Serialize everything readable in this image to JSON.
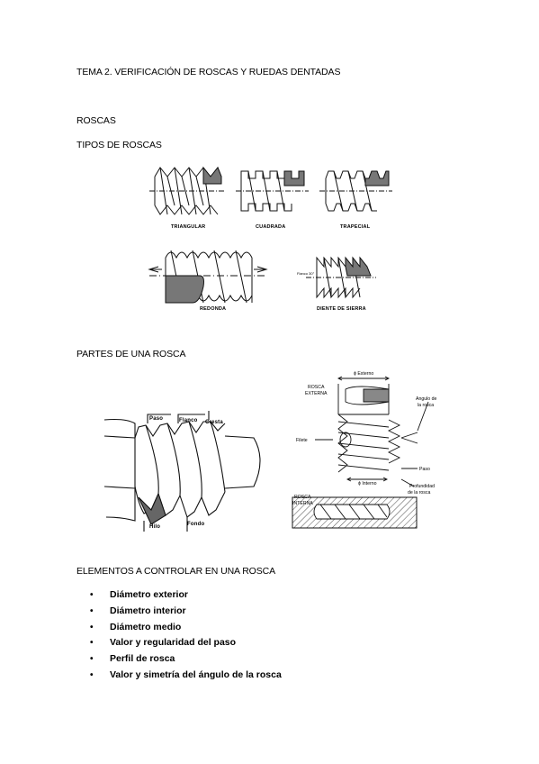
{
  "document": {
    "title": "TEMA 2. VERIFICACIÓN DE ROSCAS Y RUEDAS DENTADAS",
    "section": "ROSCAS",
    "subsection_types": "TIPOS DE ROSCAS",
    "subsection_parts": "PARTES DE UNA ROSCA",
    "subsection_elements": "ELEMENTOS A CONTROLAR EN UNA ROSCA"
  },
  "thread_types": {
    "triangular": "TRIANGULAR",
    "cuadrada": "CUADRADA",
    "trapecial": "TRAPECIAL",
    "redonda": "REDONDA",
    "diente_sierra": "DIENTE DE SIERRA",
    "sierra_note": "Flanco 30°"
  },
  "parts_left": {
    "paso": "Paso",
    "flanco": "Flanco",
    "cresta": "Cresta",
    "hilo": "Hilo",
    "fondo": "Fondo"
  },
  "parts_right": {
    "externo": "ϕ Externo",
    "rosca_externa_1": "ROSCA",
    "rosca_externa_2": "EXTERNA",
    "angulo_1": "Angulo de",
    "angulo_2": "la rosca",
    "filete": "Filete",
    "paso": "Paso",
    "interno": "ϕ Interno",
    "profundidad_1": "Profundidad",
    "profundidad_2": "de la rosca",
    "rosca_interna_1": "ROSCA",
    "rosca_interna_2": "INTERNA"
  },
  "elements": [
    "Diámetro exterior",
    "Diámetro interior",
    "Diámetro medio",
    "Valor y regularidad del paso",
    "Perfil de rosca",
    "Valor y simetría del ángulo de la rosca"
  ],
  "bullet_char": "•"
}
